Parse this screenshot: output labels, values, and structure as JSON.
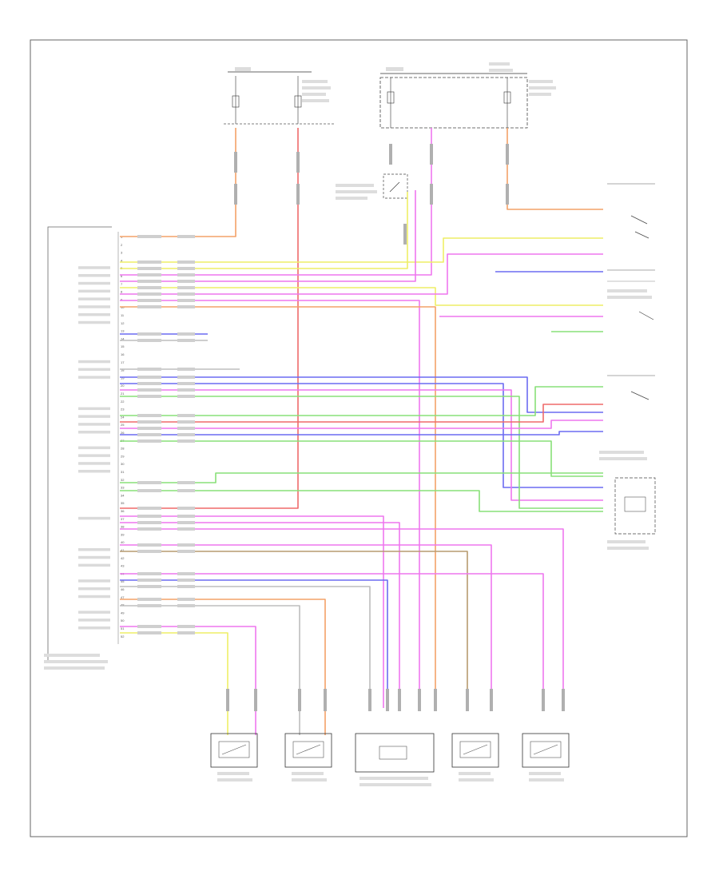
{
  "diagram": {
    "id_label": "",
    "colors": {
      "orange": "#f4a268",
      "red": "#ef6a6a",
      "yellow": "#eeee66",
      "magenta": "#ee77ee",
      "blue": "#6c6cf2",
      "green": "#88e078",
      "brown": "#b79b70",
      "gray": "#bdbdbd",
      "frame": "#666666"
    },
    "fuse_boxes": [
      "fuse-box-left",
      "fuse-box-right"
    ],
    "components": [
      "control-module",
      "sensor-left-front",
      "sensor-right-front",
      "steering-angle-sensor",
      "sensor-left-rear",
      "sensor-right-rear",
      "brake-switch",
      "yaw-rate-sensor"
    ],
    "connector_pins": [
      1,
      2,
      3,
      4,
      5,
      6,
      7,
      8,
      9,
      10,
      11,
      12,
      13,
      14,
      15,
      16,
      17,
      18,
      19,
      20,
      21,
      22,
      23,
      24,
      25,
      26,
      27,
      28,
      29,
      30,
      31,
      32,
      33,
      34,
      35,
      36,
      37,
      38,
      39,
      40,
      41,
      42,
      43,
      44,
      45,
      46,
      47,
      48,
      49,
      50,
      51,
      52
    ]
  }
}
